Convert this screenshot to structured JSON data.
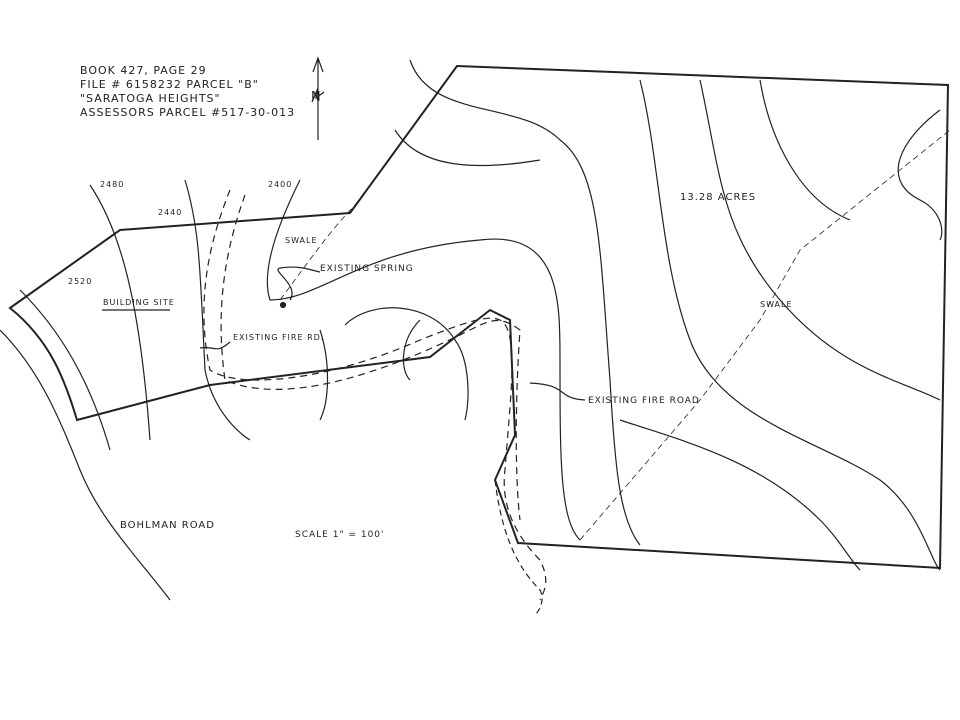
{
  "header": {
    "line1": "BOOK 427, PAGE 29",
    "line2": "FILE # 6158232  PARCEL \"B\"",
    "line3": "\"SARATOGA HEIGHTS\"",
    "line4": "ASSESSORS PARCEL #517-30-013"
  },
  "north": "N",
  "contours": [
    "2480",
    "2440",
    "2400",
    "2520"
  ],
  "labels": {
    "swale_left": "SWALE",
    "spring": "EXISTING SPRING",
    "building_site": "BUILDING SITE",
    "fire_rd": "EXISTING FIRE RD.",
    "acres": "13.28 ACRES",
    "swale_right": "SWALE",
    "fire_road": "EXISTING FIRE ROAD",
    "road": "BOHLMAN ROAD",
    "scale": "SCALE 1\" = 100'"
  }
}
